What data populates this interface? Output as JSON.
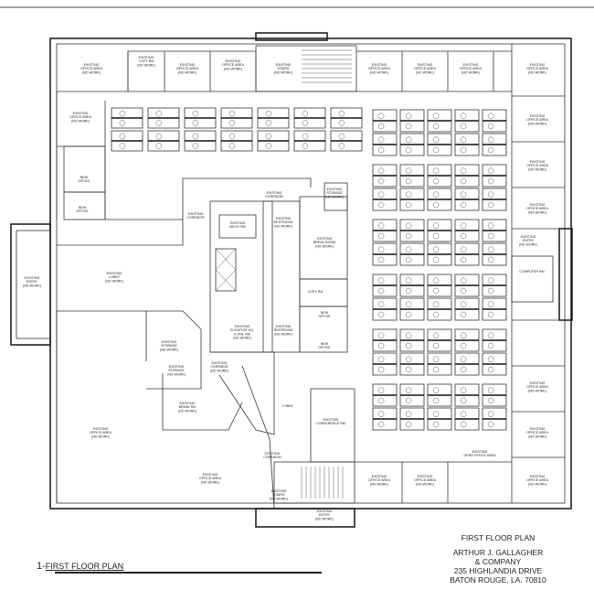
{
  "sheet": {
    "number": "1-",
    "view_title": "FIRST FLOOR PLAN"
  },
  "title_block": {
    "drawing_title": "FIRST FLOOR PLAN",
    "company_line1": "ARTHUR J. GALLAGHER",
    "company_line2": "& COMPANY",
    "address_line1": "235 HIGHLANDIA DRIVE",
    "address_line2": "BATON ROUGE,  LA.  70810"
  },
  "rooms": {
    "office_nw": [
      "EXISTING",
      "OFFICE AREA",
      "(NO WORK)"
    ],
    "copy_n": [
      "EXISTING",
      "COPY RM",
      "(NO WORK)"
    ],
    "office_n1": [
      "EXISTING",
      "OFFICE AREA",
      "(NO WORK)"
    ],
    "office_n2": [
      "EXISTING",
      "OFFICE AREA",
      "(NO WORK)"
    ],
    "stairs_n": [
      "EXISTING",
      "STAIRS",
      "(NO WORK)"
    ],
    "office_n3": [
      "EXISTING",
      "OFFICE AREA",
      "(NO WORK)"
    ],
    "office_n4": [
      "EXISTING",
      "OFFICE AREA",
      "(NO WORK)"
    ],
    "office_n5": [
      "EXISTING",
      "OFFICE AREA",
      "(NO WORK)"
    ],
    "office_ne": [
      "EXISTING",
      "OFFICE AREA",
      "(NO WORK)"
    ],
    "office_w1": [
      "EXISTING",
      "OFFICE AREA",
      "(NO WORK)"
    ],
    "new_office_1": [
      "NEW",
      "OFFICE"
    ],
    "new_office_2": [
      "NEW",
      "OFFICE"
    ],
    "entry_w": [
      "EXISTING",
      "ENTRY",
      "(NO WORK)"
    ],
    "lobby": [
      "EXISTING",
      "LOBBY",
      "(NO WORK)"
    ],
    "corridor_1": [
      "EXISTING",
      "CORRIDOR"
    ],
    "corridor_2": [
      "EXISTING",
      "CORRIDOR"
    ],
    "mech": [
      "EXISTING",
      "MECH RM"
    ],
    "restroom_m": [
      "EXISTING",
      "RESTROOM",
      "(NO WORK)"
    ],
    "restroom_w": [
      "EXISTING",
      "RESTROOM",
      "(NO WORK)"
    ],
    "storage_1": [
      "EXISTING",
      "STORAGE",
      "(NO WORK)"
    ],
    "break_room": [
      "EXISTING",
      "BREAK ROOM",
      "(NO WORK)"
    ],
    "copy_rm": [
      "COPY RM"
    ],
    "new_office_3": [
      "NEW",
      "OFFICE"
    ],
    "new_office_4": [
      "NEW",
      "OFFICE"
    ],
    "elevator": [
      "EXISTING",
      "ELEVATOR EQ.",
      "& JAN. RM",
      "(NO WORK)"
    ],
    "storage_2": [
      "EXISTING",
      "STORAGE",
      "(NO WORK)"
    ],
    "corridor_3": [
      "EXISTING",
      "CORRIDOR",
      "(NO WORK)"
    ],
    "storage_3": [
      "EXISTING",
      "STORAGE",
      "(NO WORK)"
    ],
    "break_rm_2": [
      "EXISTING",
      "BREAK RM",
      "(NO WORK)"
    ],
    "office_sw": [
      "EXISTING",
      "OFFICE AREA",
      "(NO WORK)"
    ],
    "lobby_2": [
      "LOBBY"
    ],
    "conference": [
      "EXISTING",
      "CONFERENCE RM"
    ],
    "corridor_4": [
      "EXISTING",
      "CORRIDOR"
    ],
    "stairs_s": [
      "EXISTING",
      "STAIRS",
      "(NO WORK)"
    ],
    "entry_s": [
      "EXISTING",
      "ENTRY",
      "(NO WORK)"
    ],
    "office_s1": [
      "EXISTING",
      "OFFICE AREA",
      "(NO WORK)"
    ],
    "office_s2": [
      "EXISTING",
      "OFFICE AREA",
      "(NO WORK)"
    ],
    "office_s3": [
      "EXISTING",
      "OFFICE AREA",
      "(NO WORK)"
    ],
    "office_se": [
      "EXISTING",
      "OFFICE AREA",
      "(NO WORK)"
    ],
    "office_e1": [
      "EXISTING",
      "OFFICE AREA",
      "(NO WORK)"
    ],
    "office_e2": [
      "EXISTING",
      "OFFICE AREA",
      "(NO WORK)"
    ],
    "office_e3": [
      "EXISTING",
      "OFFICE AREA",
      "(NO WORK)"
    ],
    "office_e4": [
      "EXISTING",
      "OFFICE AREA",
      "(NO WORK)"
    ],
    "office_e5": [
      "EXISTING",
      "OFFICE AREA",
      "(NO WORK)"
    ],
    "entry_e": [
      "EXISTING",
      "ENTRY",
      "(NO WORK)"
    ],
    "computer_rm": [
      "COMPUTER RM"
    ],
    "open_office": [
      "EXISTING",
      "OPEN OFFICE AREA"
    ]
  }
}
